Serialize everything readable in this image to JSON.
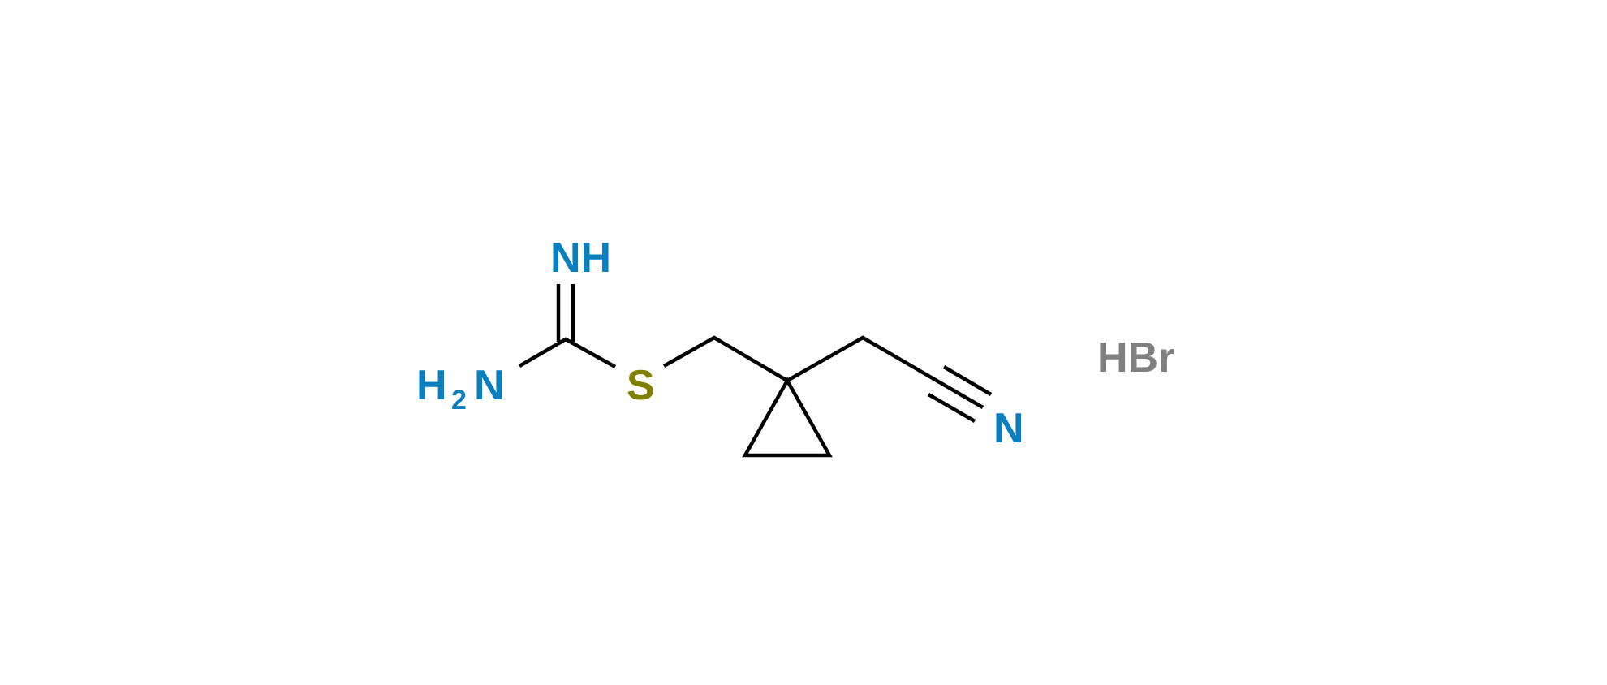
{
  "molecule": {
    "atoms": {
      "imine": "NH",
      "amine_H": "H",
      "amine_sub": "2",
      "amine_N": "N",
      "sulfur": "S",
      "nitrile_N": "N"
    },
    "salt": "HBr"
  },
  "colors": {
    "nitrogen": "#0a7fc0",
    "sulfur": "#808000",
    "salt": "#808080",
    "bond": "#000000"
  }
}
